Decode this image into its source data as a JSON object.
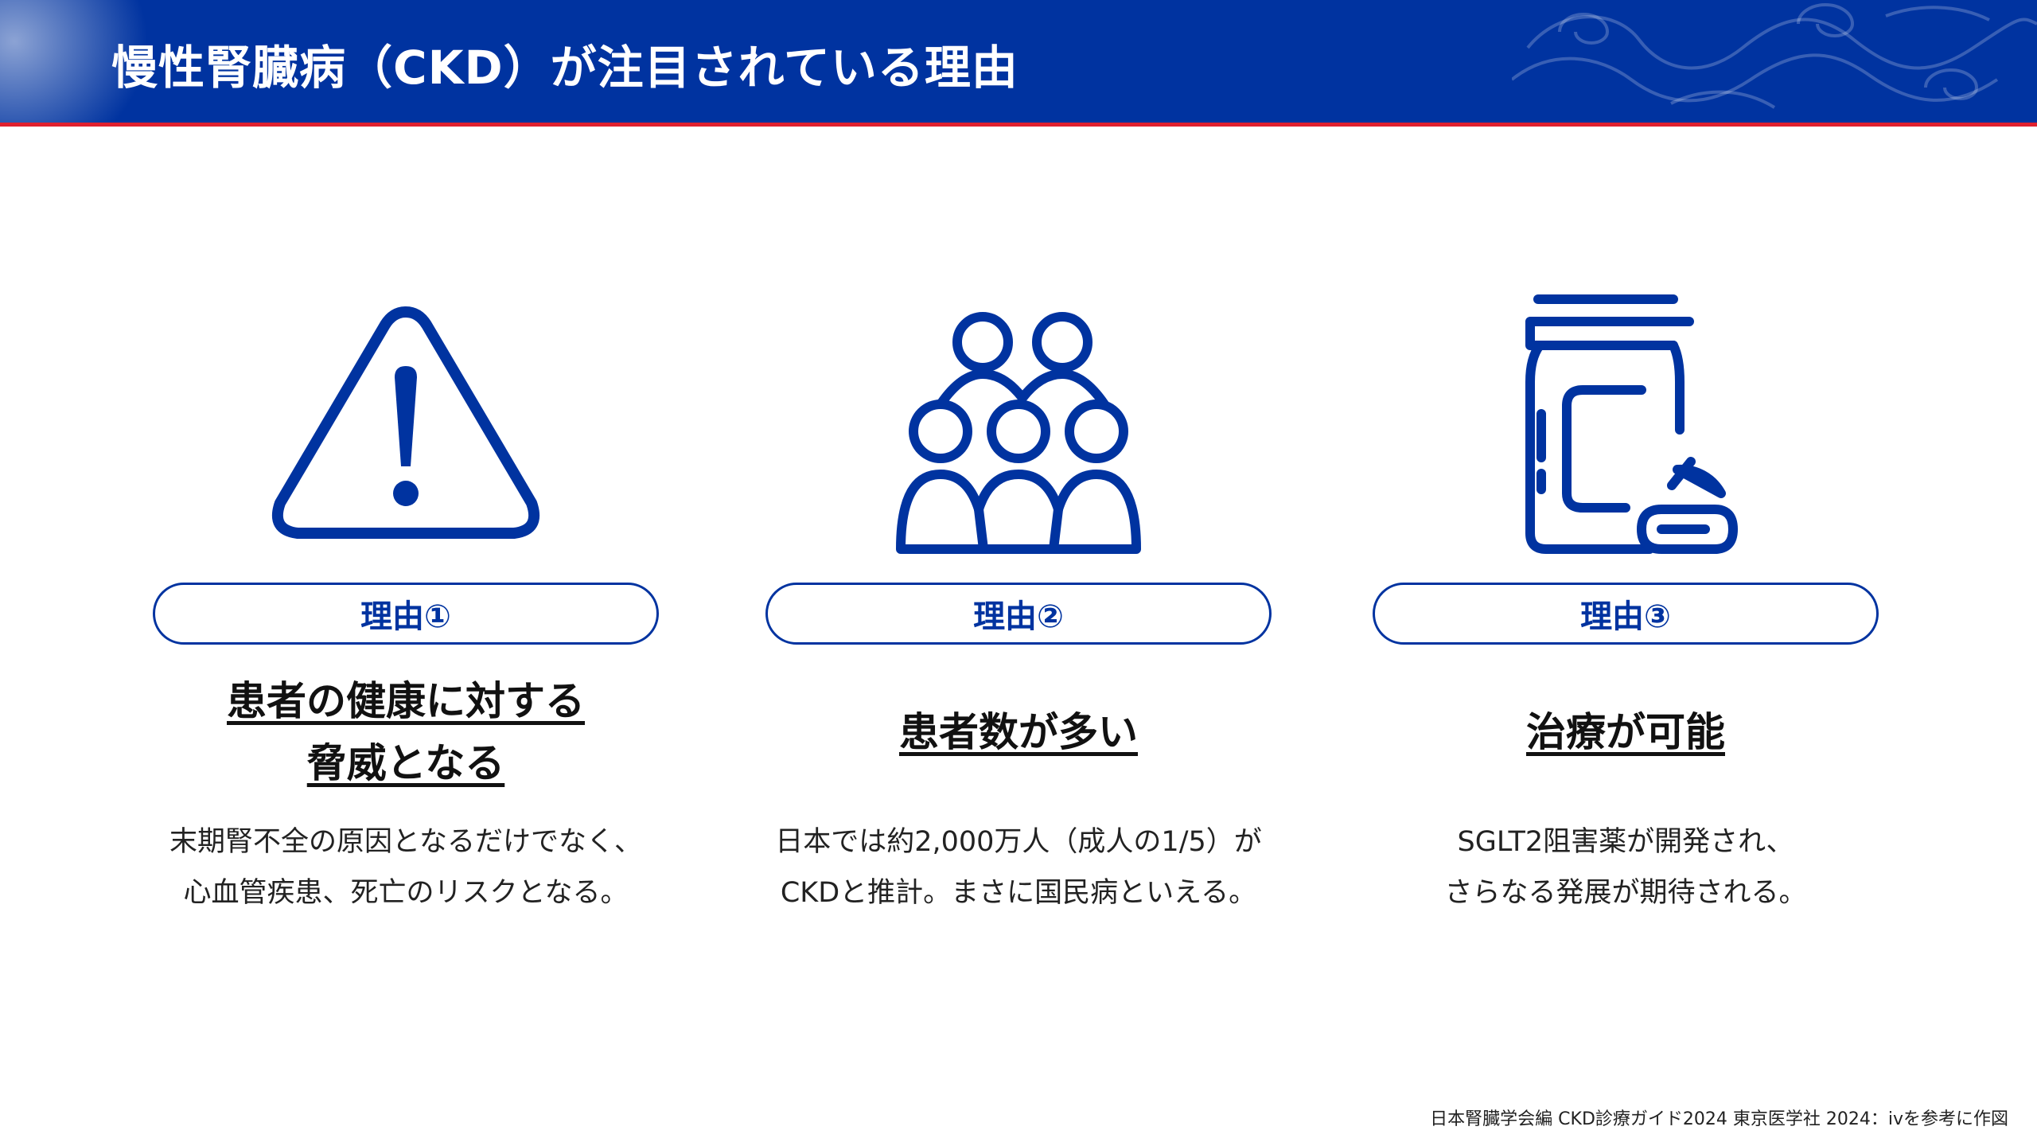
{
  "header": {
    "title": "慢性腎臓病（CKD）が注目されている理由"
  },
  "colors": {
    "brand_blue": "#0033a0",
    "accent_red": "#e0202f"
  },
  "reasons": [
    {
      "icon": "warning-icon",
      "label": "理由①",
      "heading": [
        "患者の健康に対する",
        "脅威となる"
      ],
      "description": [
        "末期腎不全の原因となるだけでなく、",
        "心血管疾患、死亡のリスクとなる。"
      ]
    },
    {
      "icon": "people-group-icon",
      "label": "理由②",
      "heading": [
        "患者数が多い"
      ],
      "description": [
        "日本では約2,000万人（成人の1/5）が",
        "CKDと推計。まさに国民病といえる。"
      ]
    },
    {
      "icon": "medicine-bottle-icon",
      "label": "理由③",
      "heading": [
        "治療が可能"
      ],
      "description": [
        "SGLT2阻害薬が開発され、",
        "さらなる発展が期待される。"
      ]
    }
  ],
  "source": "日本腎臓学会編 CKD診療ガイド2024 東京医学社 2024：ivを参考に作図"
}
